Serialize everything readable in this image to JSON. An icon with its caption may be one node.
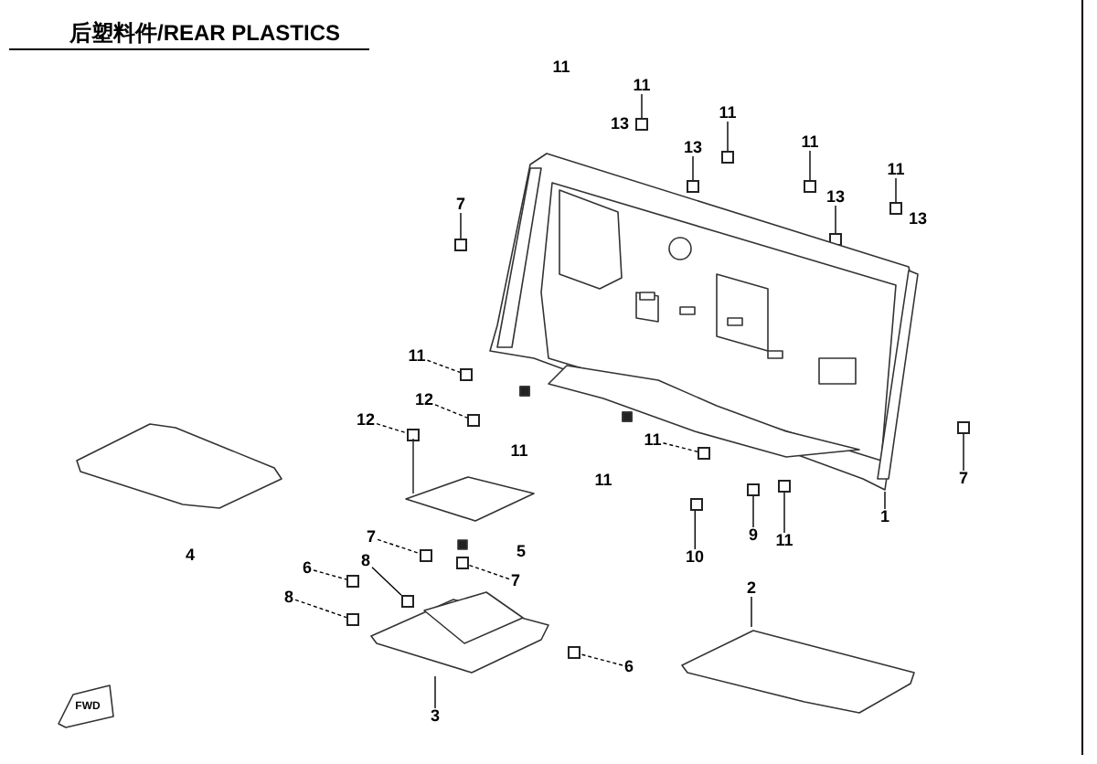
{
  "diagram": {
    "title": "后塑料件/REAR PLASTICS",
    "nodes": [
      {
        "text": [
          "11"
        ]
      },
      {
        "text": [
          "13"
        ]
      },
      {
        "text": [
          "11"
        ]
      },
      {
        "text": [
          "11"
        ]
      },
      {
        "text": [
          "13"
        ]
      },
      {
        "text": [
          "11"
        ]
      },
      {
        "text": [
          "7"
        ]
      },
      {
        "text": [
          "11"
        ]
      },
      {
        "text": [
          "12"
        ]
      },
      {
        "text": [
          "12"
        ]
      },
      {
        "text": [
          "11"
        ]
      },
      {
        "text": [
          "10"
        ]
      },
      {
        "text": [
          "9"
        ]
      },
      {
        "text": [
          "11"
        ]
      },
      {
        "text": [
          "1"
        ]
      },
      {
        "text": [
          "7"
        ]
      },
      {
        "text": [
          "7"
        ]
      },
      {
        "text": [
          "7"
        ]
      },
      {
        "text": [
          "8"
        ]
      },
      {
        "text": [
          "6"
        ]
      },
      {
        "text": [
          "8"
        ]
      },
      {
        "text": [
          "3"
        ]
      },
      {
        "text": [
          "6"
        ]
      },
      {
        "text": [
          "2"
        ]
      },
      {
        "text": [],
        "shape": "box"
      },
      {
        "text": [],
        "shape": "box"
      },
      {
        "text": [],
        "shape": "box"
      },
      {
        "text": [],
        "shape": "box"
      },
      {
        "text": [],
        "shape": "box"
      },
      {
        "text": [],
        "shape": "box"
      },
      {
        "text": [],
        "shape": "box"
      },
      {
        "text": [],
        "shape": "box"
      },
      {
        "text": [],
        "shape": "box"
      },
      {
        "text": [],
        "shape": "box"
      },
      {
        "text": [],
        "shape": "box"
      },
      {
        "text": [],
        "shape": "box"
      },
      {
        "text": [],
        "shape": "box"
      },
      {
        "text": [],
        "shape": "box"
      },
      {
        "text": [],
        "shape": "box"
      },
      {
        "text": [],
        "shape": "box"
      },
      {
        "text": [],
        "shape": "box"
      },
      {
        "text": [],
        "shape": "box"
      },
      {
        "text": [],
        "shape": "box"
      },
      {
        "text": [],
        "shape": "box"
      },
      {
        "text": [],
        "shape": "box"
      },
      {
        "text": [],
        "shape": "picture"
      },
      {
        "text": [],
        "shape": "picture"
      },
      {
        "text": [],
        "shape": "picture"
      }
    ],
    "edges": [
      {
        "from": 0,
        "to": 24,
        "arrow": "none"
      },
      {
        "from": 1,
        "to": 25,
        "arrow": "none"
      },
      {
        "from": 2,
        "to": 26,
        "arrow": "none"
      },
      {
        "from": 3,
        "to": 27,
        "arrow": "none"
      },
      {
        "from": 4,
        "to": 28,
        "arrow": "none"
      },
      {
        "from": 5,
        "to": 29,
        "arrow": "none"
      },
      {
        "from": 6,
        "to": 30,
        "arrow": "none"
      },
      {
        "from": 7,
        "to": 31,
        "arrow": "none",
        "style": "dashed"
      },
      {
        "from": 8,
        "to": 32,
        "arrow": "none",
        "style": "dashed"
      },
      {
        "from": 9,
        "to": 33,
        "arrow": "none",
        "style": "dashed"
      },
      {
        "from": 10,
        "to": 34,
        "arrow": "none",
        "style": "dashed"
      },
      {
        "from": 11,
        "to": 35,
        "arrow": "none"
      },
      {
        "from": 12,
        "to": 36,
        "arrow": "none"
      },
      {
        "from": 13,
        "to": 37,
        "arrow": "none"
      },
      {
        "from": 14,
        "to": 45,
        "arrow": "none"
      },
      {
        "from": 15,
        "to": 38,
        "arrow": "none"
      },
      {
        "from": 16,
        "to": 39,
        "arrow": "none",
        "style": "dashed"
      },
      {
        "from": 17,
        "to": 40,
        "arrow": "none",
        "style": "dashed"
      },
      {
        "from": 18,
        "to": 41,
        "arrow": "none"
      },
      {
        "from": 19,
        "to": 42,
        "arrow": "none",
        "style": "dashed"
      },
      {
        "from": 20,
        "to": 43,
        "arrow": "none",
        "style": "dashed"
      },
      {
        "from": 21,
        "to": 46,
        "arrow": "none"
      },
      {
        "from": 22,
        "to": 44,
        "arrow": "none",
        "style": "dashed"
      },
      {
        "from": 23,
        "to": 47,
        "arrow": "none"
      }
    ],
    "labels": [
      "11",
      "13",
      "13",
      "11",
      "11",
      "4",
      "5",
      "FWD"
    ]
  }
}
